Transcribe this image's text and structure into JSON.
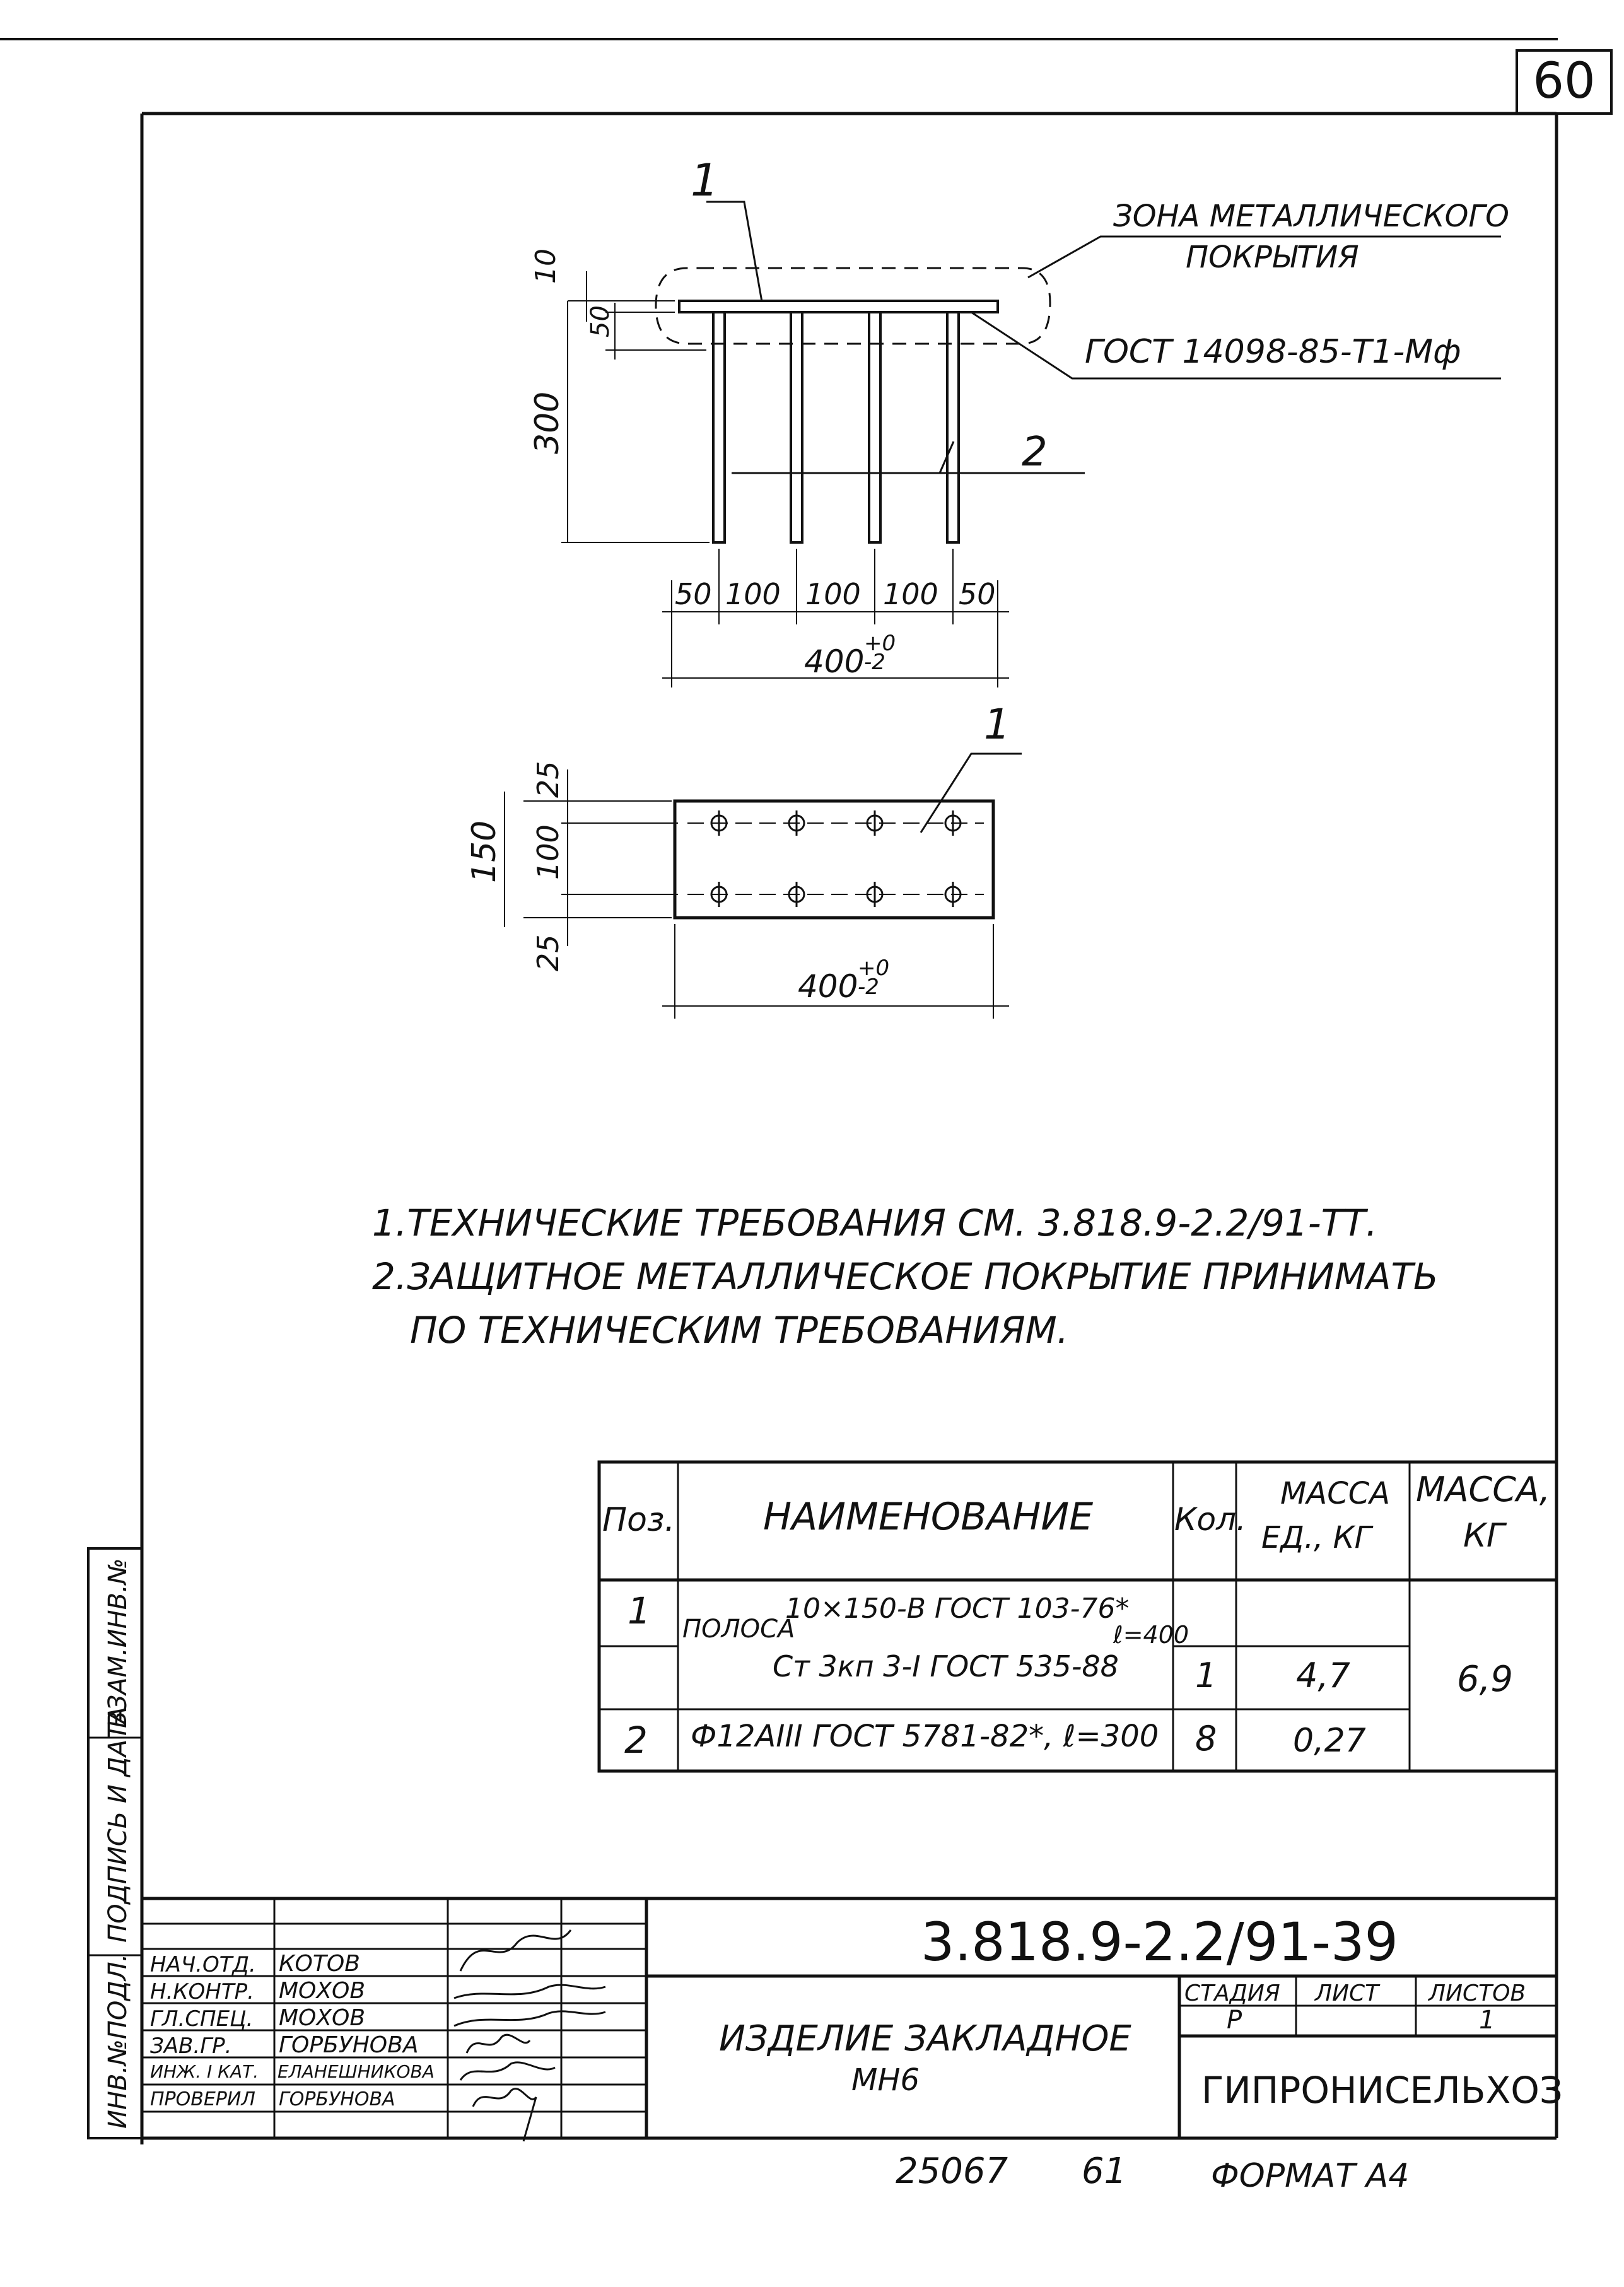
{
  "sheet_number": "60",
  "drawing": {
    "front_view": {
      "pos_1": "1",
      "pos_2": "2",
      "dim_10": "10",
      "dim_50": "50",
      "dim_300": "300",
      "zone_label_line1": "ЗОНА МЕТАЛЛИЧЕСКОГО",
      "zone_label_line2": "ПОКРЫТИЯ",
      "weld_label": "ГОСТ 14098-85-Т1-Мф",
      "spacing_dims": [
        "50",
        "100",
        "100",
        "100",
        "50"
      ],
      "overall_dim": "400",
      "overall_tol_plus": "+0",
      "overall_tol_minus": "-2"
    },
    "plan_view": {
      "pos_1": "1",
      "dim_25_top": "25",
      "dim_100": "100",
      "dim_150": "150",
      "dim_25_bottom": "25",
      "overall_dim": "400",
      "overall_tol_plus": "+0",
      "overall_tol_minus": "-2"
    }
  },
  "notes": [
    "1.ТЕХНИЧЕСКИЕ ТРЕБОВАНИЯ СМ. 3.818.9-2.2/91-ТТ.",
    "2.ЗАЩИТНОЕ МЕТАЛЛИЧЕСКОЕ ПОКРЫТИЕ ПРИНИМАТЬ",
    "ПО ТЕХНИЧЕСКИМ ТРЕБОВАНИЯМ."
  ],
  "spec_table": {
    "headers": {
      "pos": "Поз.",
      "name": "НАИМЕНОВАНИЕ",
      "qty": "Кол.",
      "unit_mass_1": "МАССА",
      "unit_mass_2": "ЕД., КГ",
      "mass_1": "МАССА,",
      "mass_2": "КГ"
    },
    "rows": [
      {
        "pos": "1",
        "name_line1_prefix": "ПОЛОСА",
        "name_line1_sup": "10×150-В ГОСТ 103-76*",
        "name_length": "ℓ=400",
        "name_line2": "Ст 3кп 3-I ГОСТ 535-88",
        "qty": "1",
        "unit_mass": "4,7"
      },
      {
        "pos": "2",
        "name": "Ф12АIII ГОСТ 5781-82*, ℓ=300",
        "qty": "8",
        "unit_mass": "0,27"
      }
    ],
    "total_mass": "6,9"
  },
  "side_stamp": {
    "col1": "ИНВ.№ПОДЛ.",
    "col2": "ПОДПИСЬ И ДАТА",
    "col3": "ВЗАМ.ИНВ.№"
  },
  "title_block": {
    "doc_code": "3.818.9-2.2/91-39",
    "title_line1": "ИЗДЕЛИЕ ЗАКЛАДНОЕ",
    "title_line2": "МН6",
    "stage_label": "СТАДИЯ",
    "sheet_label": "ЛИСТ",
    "sheets_label": "ЛИСТОВ",
    "stage_value": "Р",
    "sheet_value": "",
    "sheets_value": "1",
    "organization": "ГИПРОНИСЕЛЬХОЗ",
    "people": [
      {
        "role": "НАЧ.ОТД.",
        "name": "КОТОВ"
      },
      {
        "role": "Н.КОНТР.",
        "name": "МОХОВ"
      },
      {
        "role": "ГЛ.СПЕЦ.",
        "name": "МОХОВ"
      },
      {
        "role": "ЗАВ.ГР.",
        "name": "ГОРБУНОВА"
      },
      {
        "role": "ИНЖ. I КАТ.",
        "name": "ЕЛАНЕШНИКОВА"
      },
      {
        "role": "ПРОВЕРИЛ",
        "name": "ГОРБУНОВА"
      }
    ]
  },
  "bottom": {
    "number_left": "25067",
    "number_right": "61",
    "format": "ФОРМАТ А4"
  }
}
